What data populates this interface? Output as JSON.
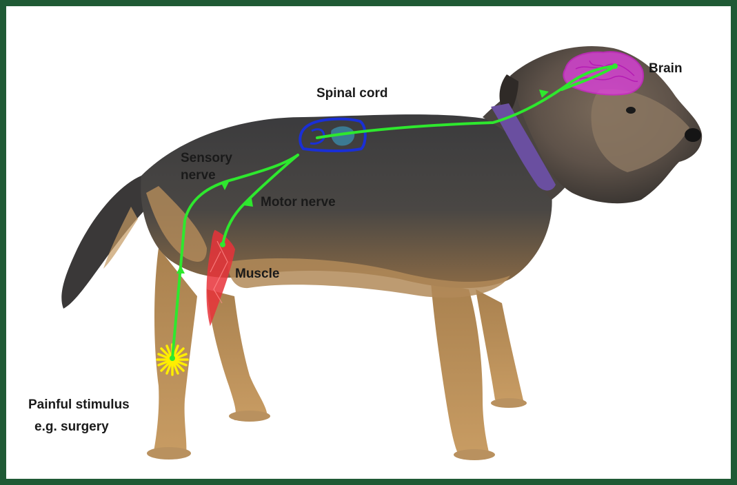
{
  "labels": {
    "brain": "Brain",
    "spinal_cord": "Spinal cord",
    "sensory_nerve_line1": "Sensory",
    "sensory_nerve_line2": "nerve",
    "motor_nerve": "Motor nerve",
    "muscle": "Muscle",
    "stimulus_line1": "Painful stimulus",
    "stimulus_line2": "e.g. surgery"
  },
  "colors": {
    "frame": "#1f5a35",
    "nerve": "#2ee82e",
    "brain": "#e23fe2",
    "spinal_cord": "#1a2fd6",
    "spinal_cord_inner": "#38b6e6",
    "muscle": "#e8333a",
    "stimulus": "#ffee00",
    "collar": "#6a4fa0"
  }
}
